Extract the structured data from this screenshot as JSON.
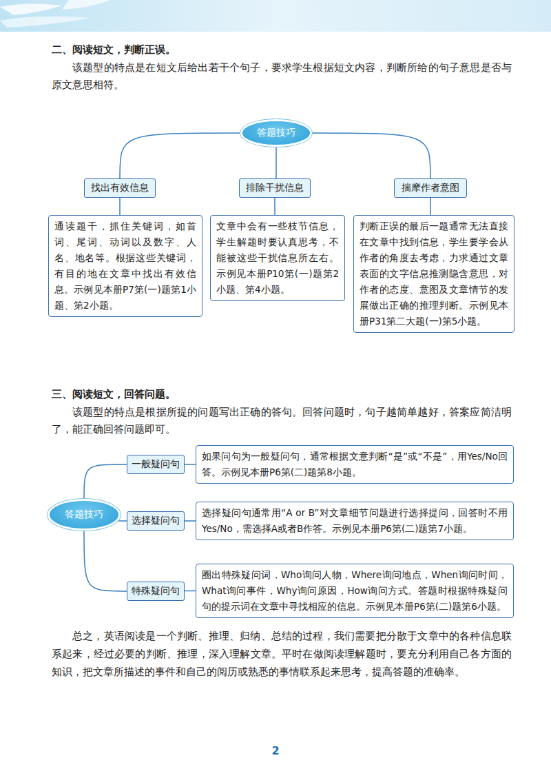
{
  "diagram": {
    "nodes": [
      {
        "text": [
          "答题技巧"
        ]
      },
      {
        "text": [
          "找出有效信息"
        ]
      },
      {
        "text": [
          "排除干扰信息"
        ]
      },
      {
        "text": [
          "揣摩作者意图"
        ]
      },
      {
        "text": [
          "通读题干，抓住关键词，如首词、尾词、动词以及数字、人名、地名等。根据这些关键词，有目的地在文章中找出有效信息。示例见本册P7第(一)题第1小题、第2小题。"
        ]
      },
      {
        "text": [
          "文章中会有一些枝节信息，学生解题时要认真思考，不能被这些干扰信息所左右。示例见本册P10第(一)题第2小题、第4小题。"
        ]
      },
      {
        "text": [
          "判断正误的最后一题通常无法直接在文章中找到信息，学生要学会从作者的角度去考虑，力求通过文章表面的文字信息推测隐含意思，对作者的态度、意图及文章情节的发展做出正确的推理判断。示例见本册P31第二大题(一)第5小题。"
        ]
      },
      {
        "text": [
          "答题技巧"
        ]
      },
      {
        "text": [
          "一般疑问句"
        ]
      },
      {
        "text": [
          "选择疑问句"
        ]
      },
      {
        "text": [
          "特殊疑问句"
        ]
      },
      {
        "text": [
          "如果问句为一般疑问句，通常根据文意判断“是”或“不是”，用Yes/No回答。示例见本册P6第(二)题第8小题。"
        ]
      },
      {
        "text": [
          "选择疑问句通常用“A or B”对文章细节问题进行选择提问，回答时不用Yes/No，需选择A或者B作答。示例见本册P6第(二)题第7小题。"
        ]
      },
      {
        "text": [
          "圈出特殊疑问词，Who询问人物，Where询问地点，When询问时间，What询问事件，Why询问原因，How询问方式。答题时根据特殊疑问句的提示词在文章中寻找相应的信息。示例见本册P6第(二)题第6小题。"
        ]
      }
    ],
    "edges": [
      {
        "from": 0,
        "to": 1,
        "arrow": "none"
      },
      {
        "from": 0,
        "to": 2,
        "arrow": "none"
      },
      {
        "from": 0,
        "to": 3,
        "arrow": "none"
      },
      {
        "from": 1,
        "to": 4,
        "arrow": "none"
      },
      {
        "from": 2,
        "to": 5,
        "arrow": "none"
      },
      {
        "from": 3,
        "to": 6,
        "arrow": "none"
      },
      {
        "from": 7,
        "to": 8,
        "arrow": "none"
      },
      {
        "from": 7,
        "to": 9,
        "arrow": "none"
      },
      {
        "from": 7,
        "to": 10,
        "arrow": "none"
      },
      {
        "from": 8,
        "to": 11,
        "arrow": "none"
      },
      {
        "from": 9,
        "to": 12,
        "arrow": "none"
      },
      {
        "from": 10,
        "to": 13,
        "arrow": "none"
      }
    ],
    "labels": [
      "二、阅读短文，判断正误。",
      "该题型的特点是在短文后给出若干个句子，要求学生根据短文内容，判断所给的句子意思是否与原文意思相符。",
      "三、阅读短文，回答问题。",
      "该题型的特点是根据所提的问题写出正确的答句。回答问题时，句子越简单越好，答案应简洁明了，能正确回答问题即可。",
      "总之，英语阅读是一个判断、推理、归纳、总结的过程，我们需要把分散于文章中的各种信息联系起来，经过必要的判断、推理，深入理解文章。平时在做阅读理解题时，要充分利用自己各方面的知识，把文章所描述的事件和自己的阅历或熟悉的事情联系起来思考，提高答题的准确率。",
      "2"
    ]
  }
}
